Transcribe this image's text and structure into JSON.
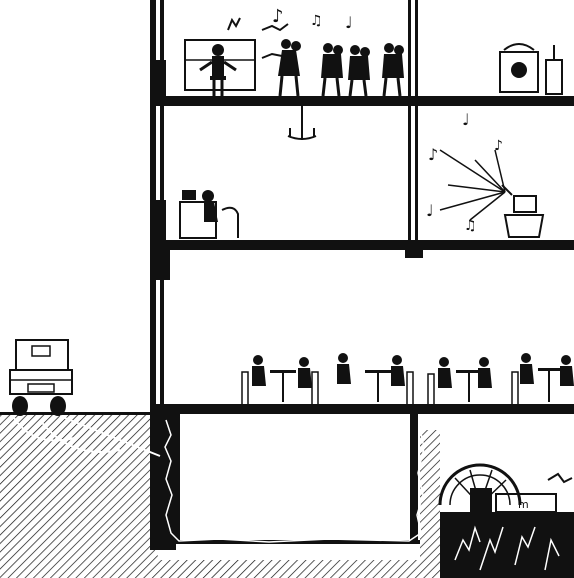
{
  "scene": {
    "kind": "building cross-section illustration",
    "colors": {
      "ink": "#111111",
      "paper": "#ffffff"
    },
    "floors": [
      {
        "level": "top",
        "contents": [
          "piano player",
          "dancing couples",
          "music notes",
          "radio set"
        ]
      },
      {
        "level": "second",
        "contents": [
          "chandelier",
          "person at desk with telephone",
          "radio loudspeaker emitting music"
        ]
      },
      {
        "level": "ground",
        "contents": [
          "cafe tables with diners"
        ]
      },
      {
        "level": "basement",
        "contents": [
          "empty room",
          "generator machinery",
          "electrical disturbance"
        ]
      }
    ],
    "outside": [
      "vintage automobile",
      "hatched earth"
    ]
  }
}
